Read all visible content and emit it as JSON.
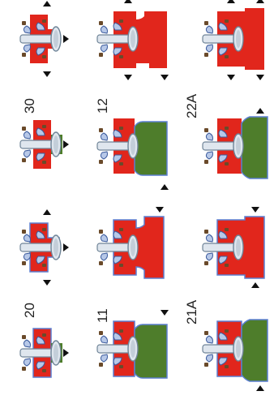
{
  "colors": {
    "red": "#e1261c",
    "green": "#4e7d2b",
    "blue_seal": "#b7c8e8",
    "seal_outline": "#3a5a9c",
    "backup_ring": "#6a4a2a",
    "pin": "#dfe6ee",
    "pin_dark": "#6f8497",
    "marker": "#111111",
    "background": "#ffffff"
  },
  "labels": {
    "a": "30",
    "b": "12",
    "c": "22A",
    "d": "20",
    "e": "11",
    "f": "21A"
  },
  "cells": [
    {
      "row": 1,
      "col": 1,
      "body": "red",
      "variant": "cross"
    },
    {
      "row": 1,
      "col": 2,
      "body": "red",
      "variant": "notch-top-bottom"
    },
    {
      "row": 1,
      "col": 3,
      "body": "red",
      "variant": "stepped"
    },
    {
      "row": 2,
      "col": 1,
      "body": "green",
      "variant": "short-end"
    },
    {
      "row": 2,
      "col": 2,
      "body": "green",
      "variant": "wide-end"
    },
    {
      "row": 2,
      "col": 3,
      "body": "green",
      "variant": "wide-end-tall"
    },
    {
      "row": 3,
      "col": 1,
      "body": "red",
      "variant": "cross-seal"
    },
    {
      "row": 3,
      "col": 2,
      "body": "red",
      "variant": "notch-seal"
    },
    {
      "row": 3,
      "col": 3,
      "body": "red",
      "variant": "stepped-seal"
    },
    {
      "row": 4,
      "col": 1,
      "body": "green",
      "variant": "short-end-seal"
    },
    {
      "row": 4,
      "col": 2,
      "body": "green",
      "variant": "wide-end-seal"
    },
    {
      "row": 4,
      "col": 3,
      "body": "green",
      "variant": "wide-end-tall-seal"
    }
  ]
}
